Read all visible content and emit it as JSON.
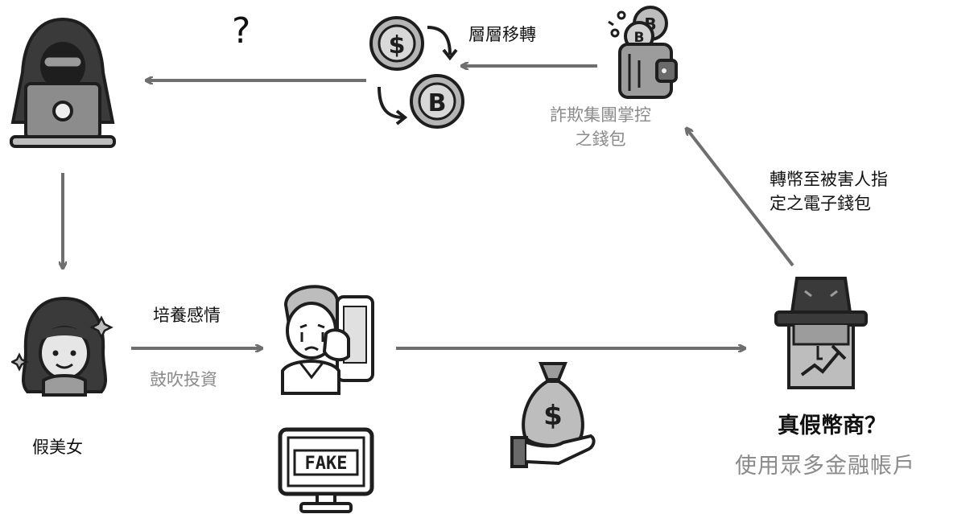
{
  "top_question": "?",
  "transfer_label": "層層移轉",
  "scam_wallet_label_line1": "詐欺集團掌控",
  "scam_wallet_label_line2": "之錢包",
  "transfer_to_wallet_line1": "轉幣至被害人指",
  "transfer_to_wallet_line2": "定之電子錢包",
  "fake_beauty_label": "假美女",
  "cultivate_label": "培養感情",
  "promote_label": "鼓吹投資",
  "fake_screen_text": "FAKE",
  "merchant_question": "真假幣商？",
  "merchant_sub": "使用眾多金融帳戶",
  "colors": {
    "arrow": "#6f6f6f",
    "dark_icon": "#2b2b2b",
    "mid_icon": "#7a7a7a",
    "light_icon": "#cfcfcf"
  }
}
